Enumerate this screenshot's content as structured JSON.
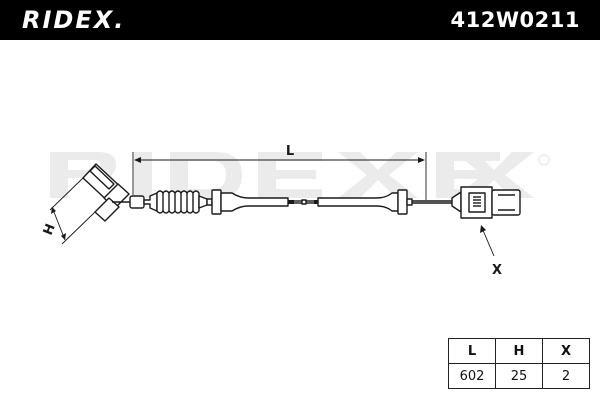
{
  "header": {
    "brand": "RIDEX.",
    "part_number": "412W0211"
  },
  "drawing": {
    "labels": {
      "length": "L",
      "height": "H",
      "connector": "X"
    },
    "watermark": "RIDEX"
  },
  "spec_table": {
    "headers": [
      "L",
      "H",
      "X"
    ],
    "values": [
      "602",
      "25",
      "2"
    ]
  },
  "colors": {
    "header_background": "#000000",
    "header_text": "#ffffff",
    "line": "#1a1a1a",
    "watermark": "#ebebeb"
  }
}
